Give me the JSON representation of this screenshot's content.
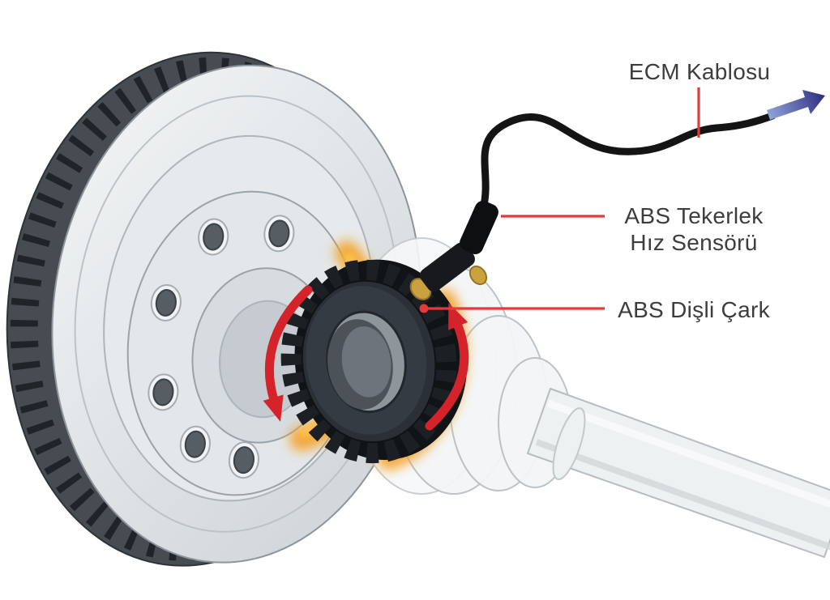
{
  "diagram": {
    "labels": {
      "ecm_cable": "ECM Kablosu",
      "wheel_speed_sensor_line1": "ABS Tekerlek",
      "wheel_speed_sensor_line2": "Hız Sensörü",
      "tone_ring": "ABS Dişli Çark"
    },
    "colors": {
      "leader_line_red": "#e23b3d",
      "rotation_arrow_red": "#d4232a",
      "glow_orange": "#f59d1e",
      "cable_black": "#141414",
      "direction_arrow_blue_light": "#93a9de",
      "direction_arrow_blue_dark": "#2f2b7c",
      "label_text": "#3d3d3d"
    }
  }
}
